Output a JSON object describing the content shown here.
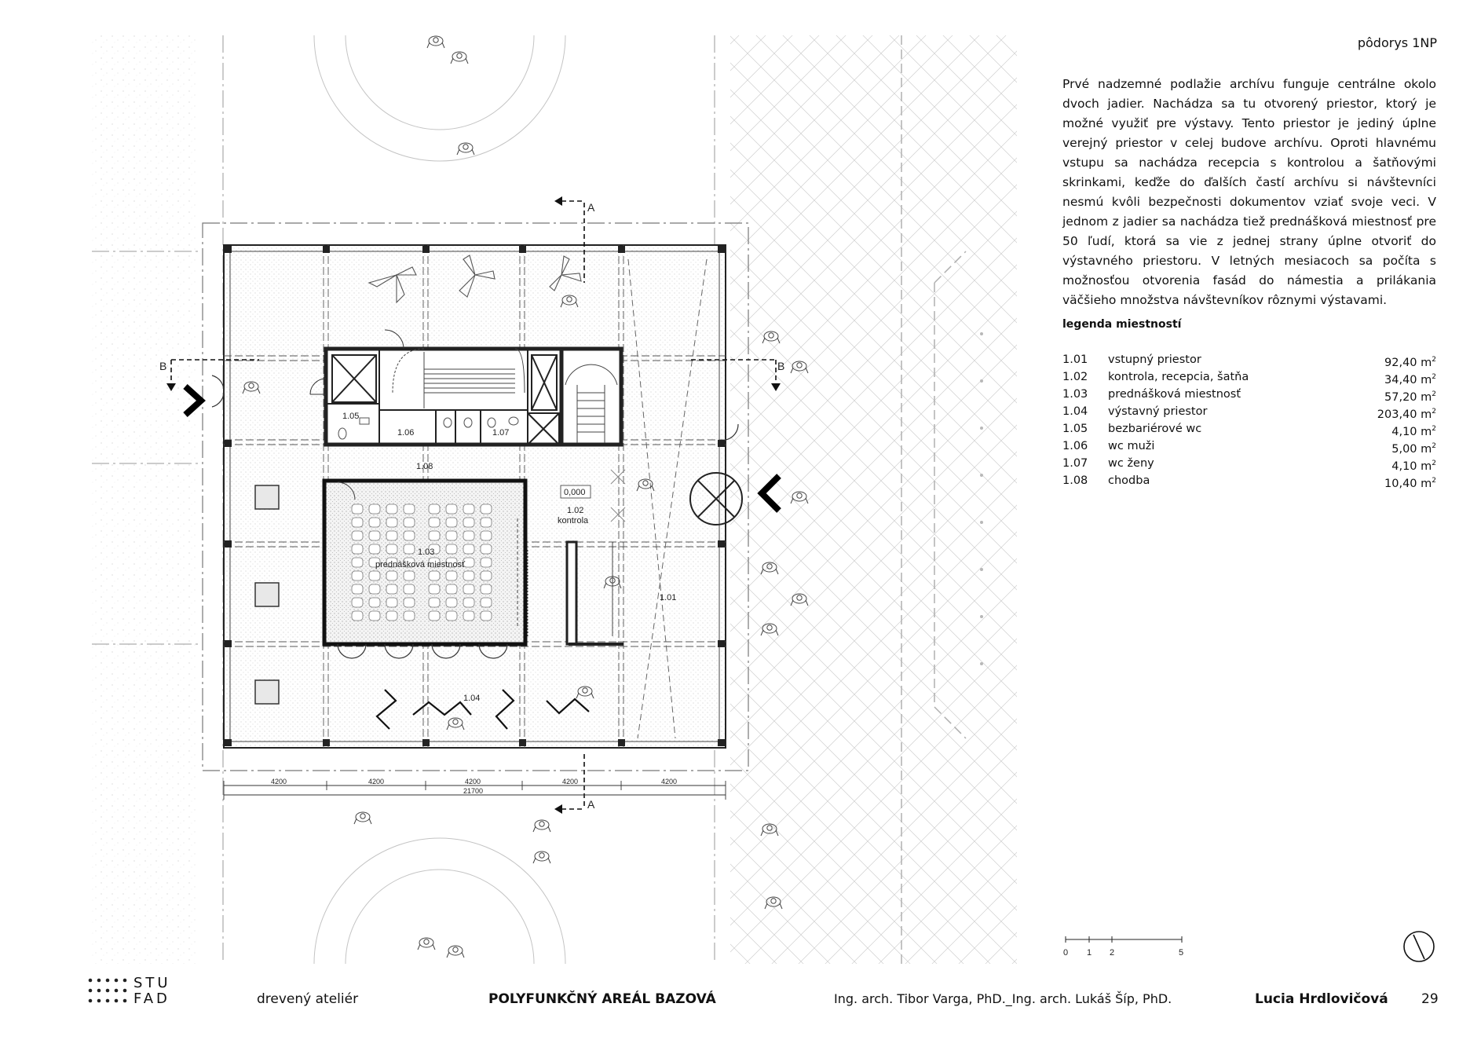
{
  "header": {
    "page_title": "pôdorys 1NP"
  },
  "description": "Prvé nadzemné podlažie archívu funguje centrálne okolo dvoch jadier. Nachádza sa tu otvorený priestor, ktorý je možné využiť pre výstavy. Tento priestor je jediný úplne verejný priestor v celej budove archívu. Oproti hlavnému vstupu sa nachádza recepcia s kontrolou a šatňovými skrinkami, keďže do ďalších častí archívu si návštevníci nesmú kvôli bezpečnosti dokumentov vziať svoje veci. V jednom z jadier sa nachádza tiež prednášková miestnosť pre 50 ľudí, ktorá sa vie z jednej strany úplne otvoriť do výstavného priestoru. V letných mesiacoch sa počíta s možnosťou otvorenia fasád do námestia a prilákania väčšieho množstva návštevníkov rôznymi výstavami.",
  "legend": {
    "title": "legenda miestností",
    "unit": "m",
    "rooms": [
      {
        "code": "1.01",
        "name": "vstupný priestor",
        "area": "92,40"
      },
      {
        "code": "1.02",
        "name": "kontrola, recepcia, šatňa",
        "area": "34,40"
      },
      {
        "code": "1.03",
        "name": "prednášková miestnosť",
        "area": "57,20"
      },
      {
        "code": "1.04",
        "name": "výstavný priestor",
        "area": "203,40"
      },
      {
        "code": "1.05",
        "name": "bezbariérové wc",
        "area": "4,10"
      },
      {
        "code": "1.06",
        "name": "wc muži",
        "area": "5,00"
      },
      {
        "code": "1.07",
        "name": "wc ženy",
        "area": "4,10"
      },
      {
        "code": "1.08",
        "name": "chodba",
        "area": "10,40"
      }
    ]
  },
  "plan": {
    "room_labels": {
      "r105": "1.05",
      "r106": "1.06",
      "r107": "1.07",
      "r108": "1.08",
      "r102": "1.02",
      "r102_name": "kontrola",
      "r103": "1.03",
      "r103_name": "prednášková miestnosť",
      "r101": "1.01",
      "r104": "1.04"
    },
    "level_mark": "0,000",
    "section_marks": {
      "a": "A",
      "b": "B"
    },
    "dimensions": {
      "bays": [
        "4200",
        "4200",
        "4200",
        "4200",
        "4200"
      ],
      "total": "21700"
    },
    "scale_labels": [
      "0",
      "1",
      "2",
      "5"
    ]
  },
  "footer": {
    "logo_line1": "STU",
    "logo_line2": "FAD",
    "studio": "drevený ateliér",
    "project": "POLYFUNKČNÝ AREÁL BAZOVÁ",
    "tutors": "Ing. arch. Tibor Varga, PhD._Ing. arch. Lukáš Šíp, PhD.",
    "author": "Lucia Hrdlovičová",
    "page_number": "29"
  }
}
